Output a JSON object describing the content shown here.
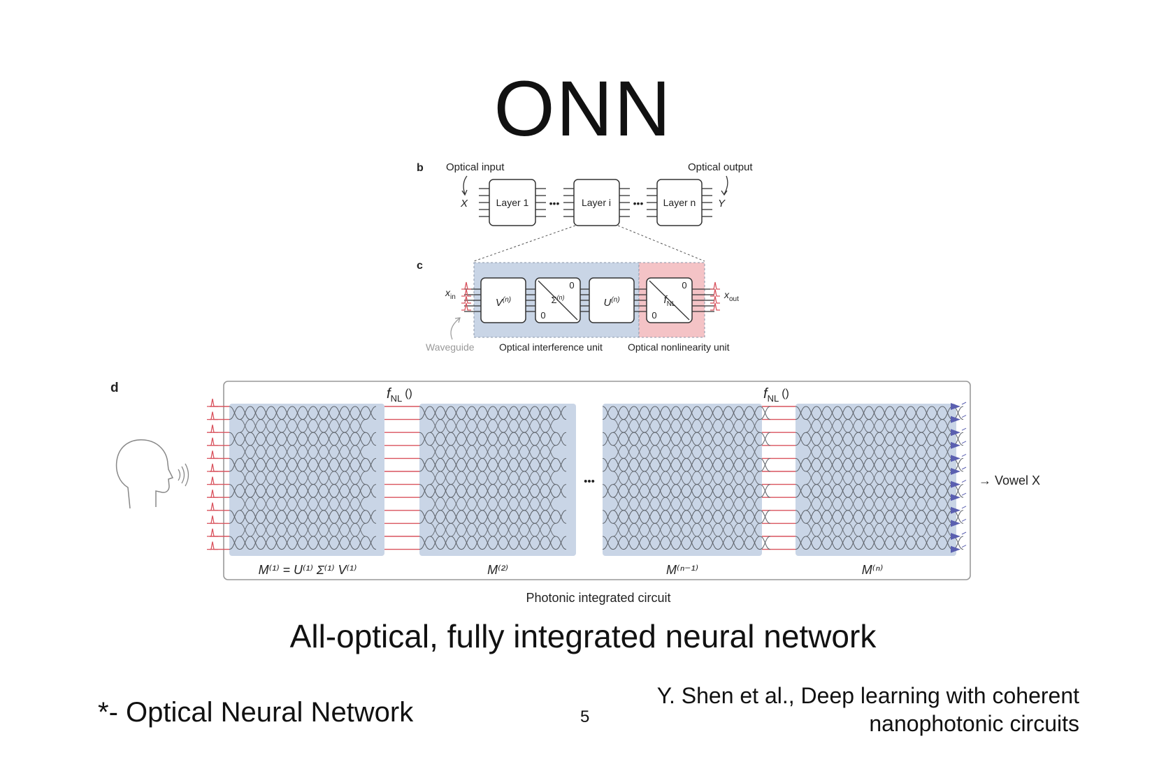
{
  "slide": {
    "title": "ONN",
    "subtitle": "All-optical, fully integrated neural network",
    "footnote": "*- Optical Neural Network",
    "page_number": "5",
    "citation_line1": "Y. Shen et al., Deep learning with coherent",
    "citation_line2": "nanophotonic circuits"
  },
  "panel_b": {
    "letter": "b",
    "optical_input": "Optical input",
    "optical_output": "Optical output",
    "input_symbol": "X",
    "output_symbol": "Y",
    "layer_labels": [
      "Layer 1",
      "Layer i",
      "Layer n"
    ],
    "ellipsis": "•••"
  },
  "panel_c": {
    "letter": "c",
    "x_in": "x",
    "x_in_sub": "in",
    "x_out": "x",
    "x_out_sub": "out",
    "v_label": "V",
    "v_sup": "(n)",
    "sigma_label": "Σ",
    "sigma_sup": "(n)",
    "u_label": "U",
    "u_sup": "(n)",
    "fnl_label": "f",
    "fnl_sub": "NL",
    "zero": "0",
    "waveguide": "Waveguide",
    "interference_unit": "Optical interference unit",
    "nonlinearity_unit": "Optical nonlinearity unit",
    "colors": {
      "interference_bg": "#c9d5e6",
      "nonlinearity_bg": "#f4c3c6"
    }
  },
  "panel_d": {
    "letter": "d",
    "fnl_label_1": "f",
    "fnl_sub_1": "NL",
    "fnl_paren_1": "()",
    "fnl_label_2": "f",
    "fnl_sub_2": "NL",
    "fnl_paren_2": "()",
    "matrix_labels": [
      "M⁽¹⁾ = U⁽¹⁾ Σ⁽¹⁾ V⁽¹⁾",
      "M⁽²⁾",
      "M⁽ⁿ⁻¹⁾",
      "M⁽ⁿ⁾"
    ],
    "ellipsis": "•••",
    "output_label": "→ Vowel X",
    "circuit_caption": "Photonic integrated circuit",
    "colors": {
      "mesh_bg": "#c9d5e6",
      "waveguide_red": "#d9535e",
      "detector_blue": "#5a5fb0"
    }
  }
}
